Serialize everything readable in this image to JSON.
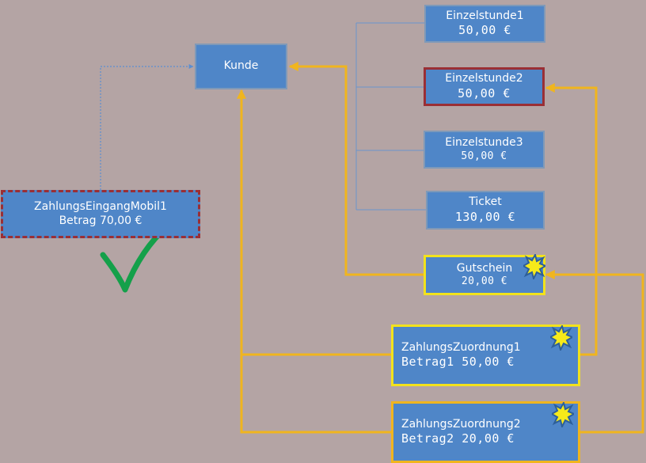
{
  "colors": {
    "background": "#b4a4a4",
    "box_fill": "#4f86c8",
    "arrow_orange": "#f0b51e",
    "link_blue": "#5b8ed0",
    "checkmark_green": "#14a04a",
    "border_red": "#9a2f35",
    "border_yellow": "#f2e21c",
    "burst_yellow": "#f6ea1a"
  },
  "nodes": {
    "kunde": {
      "title": "Kunde"
    },
    "einzelstunde1": {
      "title": "Einzelstunde1",
      "value": "50,00 €"
    },
    "einzelstunde2": {
      "title": "Einzelstunde2",
      "value": "50,00 €"
    },
    "einzelstunde3": {
      "title": "Einzelstunde3",
      "value": "50,00 €"
    },
    "ticket": {
      "title": "Ticket",
      "value": "130,00 €"
    },
    "gutschein": {
      "title": "Gutschein",
      "value": "20,00 €"
    },
    "zahlungseingang": {
      "title": "ZahlungsEingangMobil1",
      "value": "Betrag 70,00 €"
    },
    "zuordnung1": {
      "title": "ZahlungsZuordnung1",
      "value": "Betrag1 50,00 €"
    },
    "zuordnung2": {
      "title": "ZahlungsZuordnung2",
      "value": "Betrag2 20,00 €"
    }
  },
  "icons": {
    "checkmark": "checkmark-icon",
    "burst": "starburst-icon"
  }
}
